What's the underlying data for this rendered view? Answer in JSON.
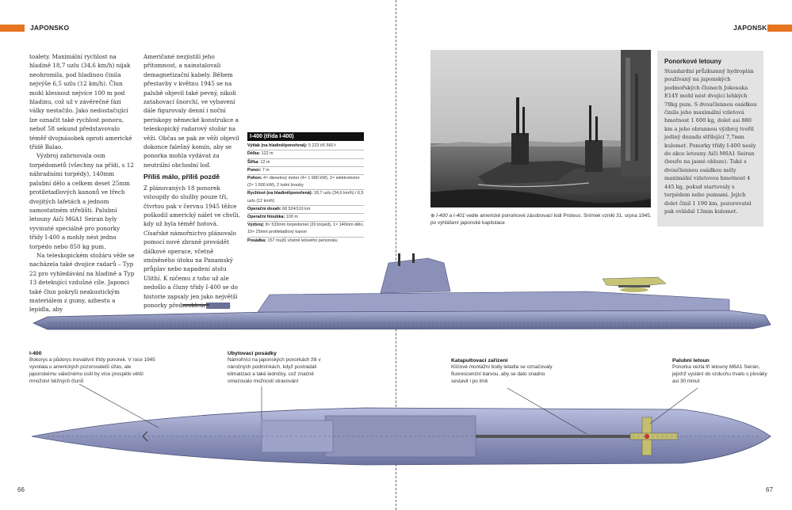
{
  "header": {
    "left": "JAPONSKO",
    "right": "JAPONSKO"
  },
  "accent_color": "#e6751f",
  "col1": [
    "toalety. Maximální rychlost na hladině 18,7 uzlu (34,6 km/h) nijak neohromila, pod hladinou činila nejvýše 6,5 uzlu (12 km/h). Člun mohl klesnout nejvíce 100 m pod hladinu, což už v závěrečné fázi války nestačilo. Jako nedostačující lze označit také rychlost ponoru, neboť 58 sekund představovalo téměř dvojnásobek oproti americké třídě Balao.",
    "Výzbroj zahrnovala osm torpédometů (všechny na přídi, s 12 náhradními torpédy), 140mm palubní dělo a celkem deset 25mm protiletadlových kanonů ve třech dvojitých lafetách a jednom samostatném střelišti. Palubní letouny Aiči M6A1 Seiran byly vyvinuté speciálně pro ponorky třídy I-400 a mohly nést jedno torpédo nebo 850 kg pum.",
    "Na teleskopickém stožáru věže se nacházela také dvojice radarů – Typ 22 pro vyhledávání na hladině a Typ 13 detekující vzdušné cíle. Japonci také člun pokryli neakustickým materiálem z gumy, azbestu a lepidla, aby"
  ],
  "col2": {
    "p1": "Američané nezjistili jeho přítomnost, a nainstalovali demagnetizační kabely. Během přestavby v květnu 1945 se na palubě objevil také pevný, nikoli zatahovací šnorchl, ve vybavení dále figurovaly denní i noční periskopy německé konstrukce a teleskopický radarový stožár na věži. Občas se pak ze věži objevil dokonce falešný komín, aby se ponorka mohla vydávat za neutrální obchodní loď.",
    "heading": "Příliš málo, příliš pozdě",
    "p2": "Z plánovaných 18 ponorek vstoupily do služby pouze tři, čtvrtou pak v červnu 1945 těžce poškodil americký nálet ve chvíli, kdy už byla téměř hotová. Císařské námořnictvo plánovalo pomocí nové zbraně provádět dálkové operace, včetně zmíněného útoku na Panamský průplav nebo napadení atolu Ulithí. K ničemu z toho už ale nedošlo a čluny třídy I-400 se do historie zapsaly jen jako největší ponorky předmukleární éry. ●"
  },
  "spec": {
    "title": "I-400 (třída I-400)",
    "rows": [
      {
        "k": "Výtlak (na hladině/ponořená):",
        "v": " 5 223 t/6 560 t"
      },
      {
        "k": "Délka:",
        "v": " 122 m"
      },
      {
        "k": "Šířka:",
        "v": " 12 m"
      },
      {
        "k": "Ponor:",
        "v": " 7 m"
      },
      {
        "k": "Pohon:",
        "v": " 4× dieselový motor (4× 1 680 kW), 2× elektromotor (2× 1 600 kW), 2 lodní šrouby"
      },
      {
        "k": "Rychlost (na hladině/ponořená):",
        "v": " 18,7 uzlu (34,6 km/h) / 6,5 uzlu (12 km/h)"
      },
      {
        "k": "Operační dosah:",
        "v": " 68 524/110 km"
      },
      {
        "k": "Operační hloubka:",
        "v": " 100 m"
      },
      {
        "k": "Výzbroj:",
        "v": " 8× 533mm torpédomet (20 torpéd), 1× 140mm dělo, 10× 25mm protiletadlový kanon"
      },
      {
        "k": "Posádka:",
        "v": " 157 mužů včetně letového personálu"
      }
    ]
  },
  "photo_caption": "I-400 a I-401 vedle americké ponorkové zásobovací lodi Proteus. Snímek vznikl 31. srpna 1945, po vyhlášení japonské kapitulace",
  "photo_caption_italic": "I-400 a I-401",
  "photo_caption_rest": " vedle americké ponorkové zásobovací lodi Proteus. Snímek vznikl 31. srpna 1945, po vyhlášení japonské kapitulace",
  "sidebar": {
    "title": "Ponorkové letouny",
    "text": "Standardní průzkumný hydroplán používaný na japonských podmořských člunech Jokosuka E14Y mohl nést dvojici lehkých 78kg pum. S dvoučlennou osádkou činila jeho maximální vzletová hmotnost 1 600 kg, dolet asi 880 km a jeho obrannou výzbroj tvořil jediný dozadu střílející 7,7mm kulomet. Ponorky třídy I-400 nesly do akce letouny Aiči M6A1 Seiran (bouře na jasné obloze). Také s dvoučlennou osádkou měly maximální vzletovou hmotnost 4 445 kg, pokud startovaly s torpédem nebo pumami. Jejich dolet činil 1 190 km, pozorovatel pak ovládal 13mm kulomet."
  },
  "annotations": [
    {
      "title": "I-400",
      "text": "Bokorys a půdorys inovativní třídy ponorek. V roce 1945 vyvolala u amerických pozorovatelů úžas, ale japonskému válečnému úsilí by více prospělo větší množství běžných člunů"
    },
    {
      "title": "Ubytovací posádky",
      "text": "Námořníci na japonských ponorkách žili v náročných podmínkách, když postrádali klimatizaci a také ledničky, což značně omezovalo možnosti stravování"
    },
    {
      "title": "Katapultovací zařízení",
      "text": "Klíčové montážní body letadla se označovaly fluorescenční barvou, aby se dalo snadno sestavit i po tmě"
    },
    {
      "title": "Palubní letoun",
      "text": "Ponorka vezla tři letouny M6A1 Seiran, jejichž vyslání do vzduchu trvalo s plováky asi 30 minut"
    }
  ],
  "page_numbers": {
    "left": "66",
    "right": "67"
  }
}
